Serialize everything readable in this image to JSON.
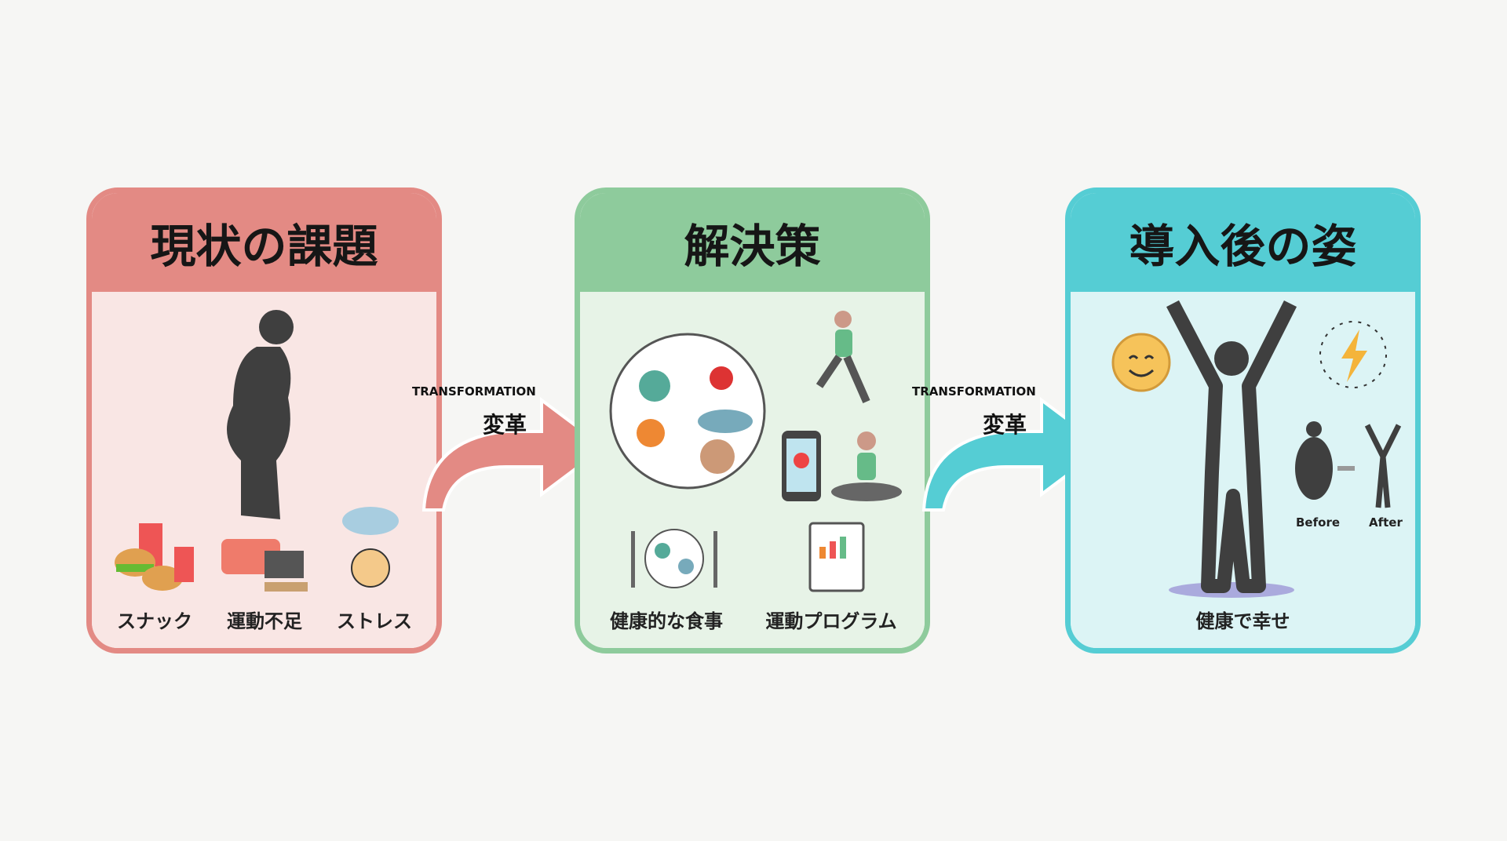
{
  "panels": [
    {
      "title": "現状の課題",
      "color": "#e38a84",
      "items": [
        "スナック",
        "運動不足",
        "ストレス"
      ]
    },
    {
      "title": "解決策",
      "color": "#8ecb9c",
      "items": [
        "健康的な食事",
        "運動プログラム"
      ]
    },
    {
      "title": "導入後の姿",
      "color": "#55cdd4",
      "items": [
        "健康で幸せ"
      ],
      "before": "Before",
      "after": "After"
    }
  ],
  "arrows": [
    {
      "en": "TRANSFORMATION",
      "ja": "変革"
    },
    {
      "en": "TRANSFORMATION",
      "ja": "変革"
    }
  ]
}
